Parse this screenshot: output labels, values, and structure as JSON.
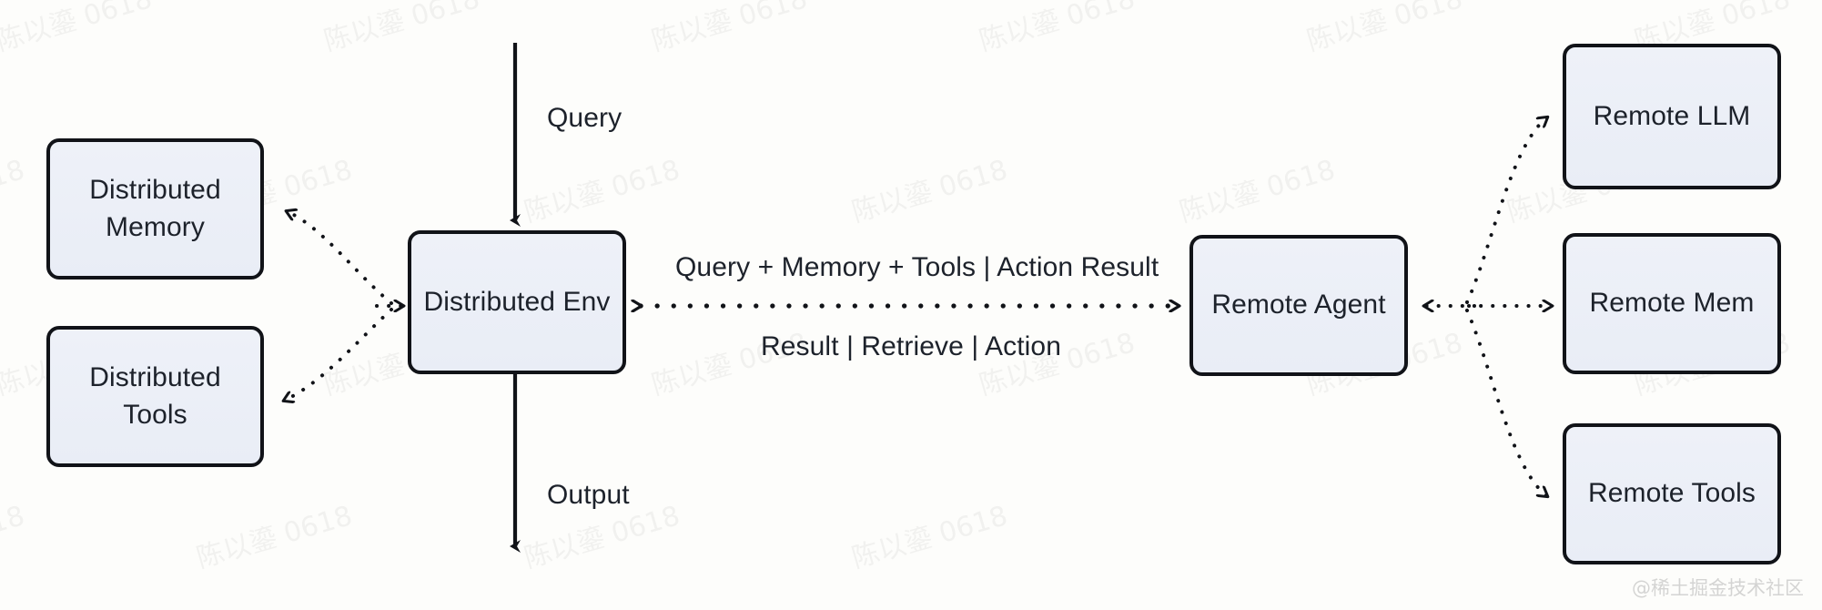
{
  "diagram": {
    "background_color": "#fdfdfb",
    "node_fill": "#eef1f8",
    "node_stroke": "#111318",
    "text_color": "#1d222b",
    "nodes": [
      {
        "id": "distributed-memory",
        "label": "Distributed\nMemory"
      },
      {
        "id": "distributed-tools",
        "label": "Distributed\nTools"
      },
      {
        "id": "distributed-env",
        "label": "Distributed Env"
      },
      {
        "id": "remote-agent",
        "label": "Remote Agent"
      },
      {
        "id": "remote-llm",
        "label": "Remote LLM"
      },
      {
        "id": "remote-mem",
        "label": "Remote Mem"
      },
      {
        "id": "remote-tools",
        "label": "Remote Tools"
      }
    ],
    "edge_labels": {
      "query": "Query",
      "output": "Output",
      "top_channel": "Query + Memory + Tools | Action Result",
      "bottom_channel": "Result | Retrieve | Action"
    }
  },
  "watermarks": {
    "tile_text": "陈以鎏 0618",
    "corner_text": "@稀土掘金技术社区"
  }
}
